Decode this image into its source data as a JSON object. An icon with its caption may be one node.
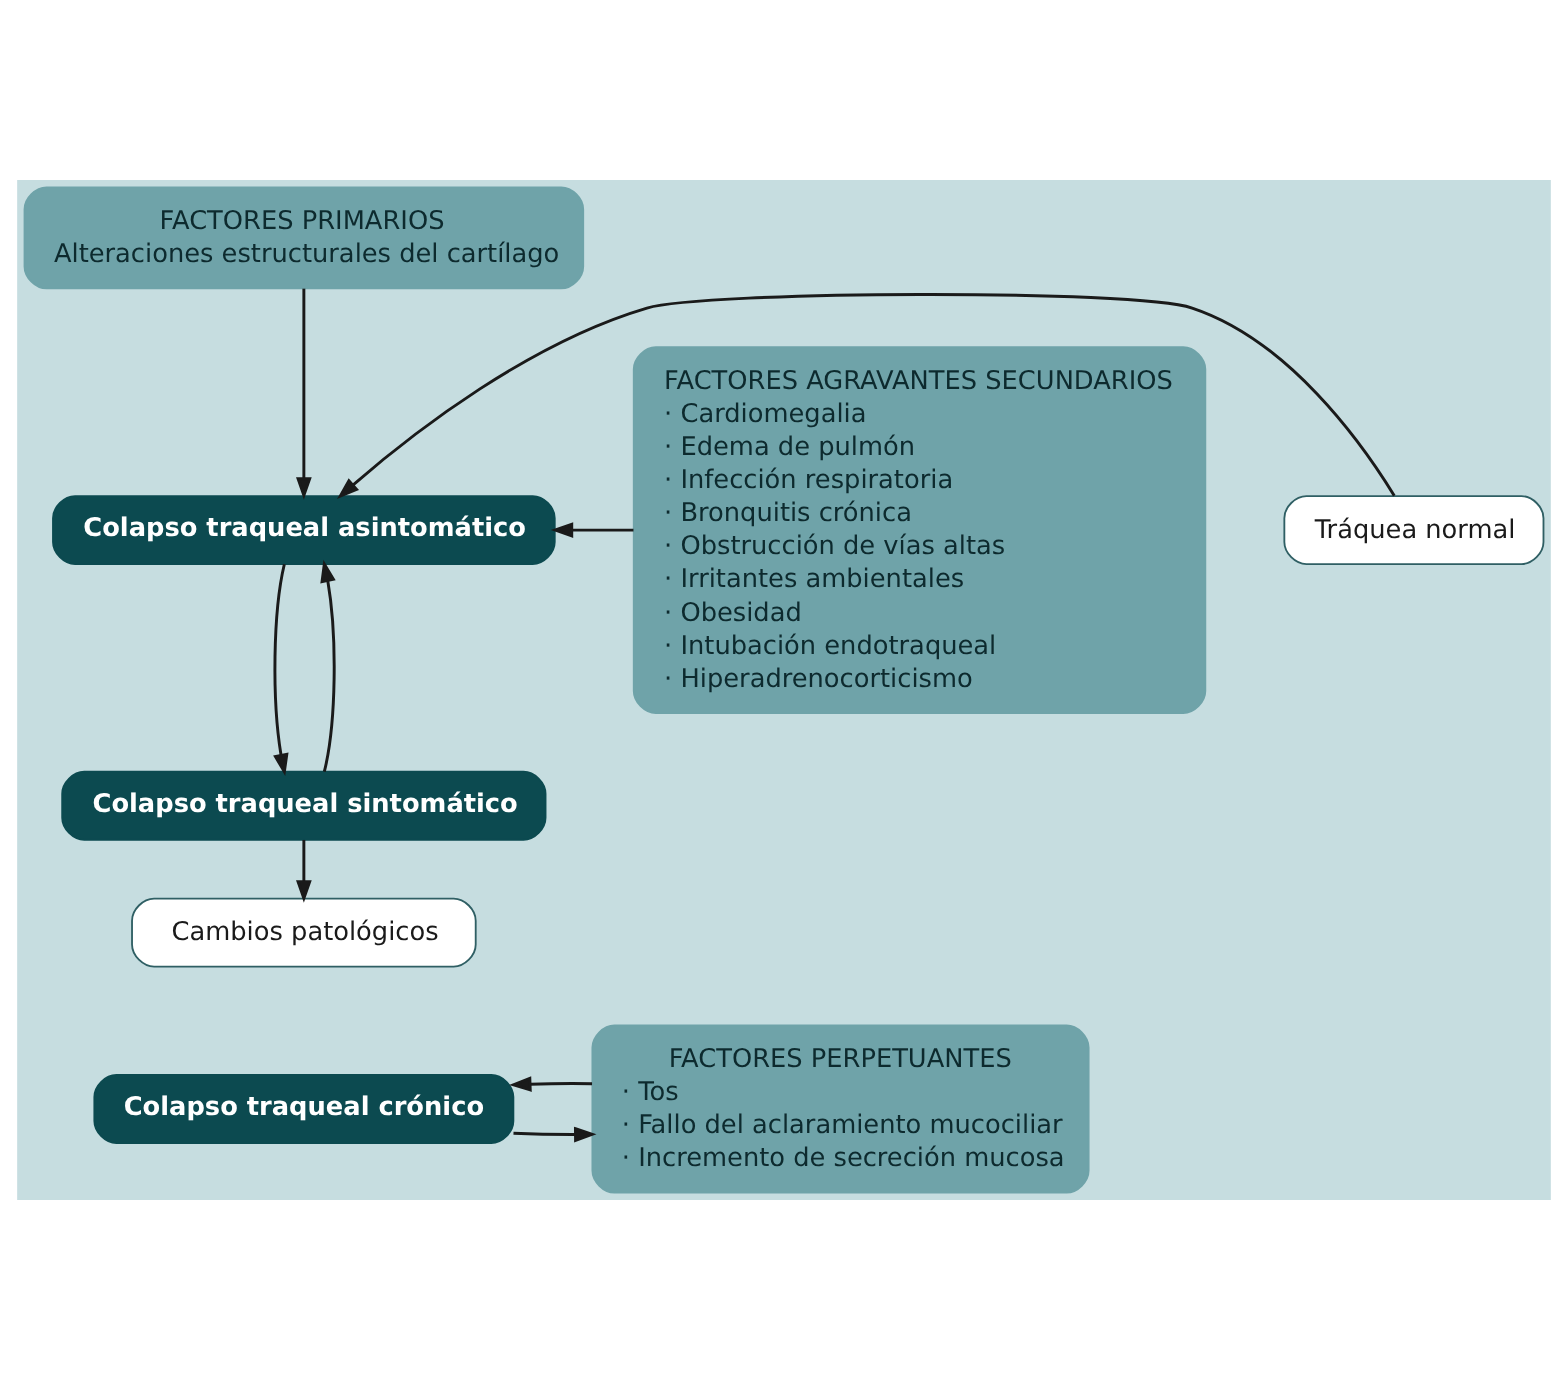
{
  "diagram": {
    "nodes": [
      {
        "text": [
          "FACTORES PRIMARIOS",
          "Alteraciones estructurales del cartílago"
        ]
      },
      {
        "text": [
          "FACTORES AGRAVANTES SECUNDARIOS",
          "· Cardiomegalia",
          "· Edema de pulmón",
          "· Infección respiratoria",
          "· Bronquitis crónica",
          "· Obstrucción de vías altas",
          "· Irritantes ambientales",
          "· Obesidad",
          "· Intubación endotraqueal",
          "· Hiperadrenocorticismo"
        ]
      },
      {
        "text": [
          "Tráquea normal"
        ]
      },
      {
        "text": [
          "Colapso traqueal asintomático"
        ]
      },
      {
        "text": [
          "Colapso traqueal sintomático"
        ]
      },
      {
        "text": [
          "Cambios patológicos"
        ]
      },
      {
        "text": [
          "Colapso traqueal crónico"
        ]
      },
      {
        "text": [
          "FACTORES PERPETUANTES",
          "· Tos",
          "· Fallo del aclaramiento mucociliar",
          "· Incremento de secreción mucosa"
        ]
      }
    ],
    "edges": [
      {
        "from": 0,
        "to": 3,
        "arrow": "to"
      },
      {
        "from": 2,
        "to": 3,
        "arrow": "to"
      },
      {
        "from": 1,
        "to": 3,
        "arrow": "to"
      },
      {
        "from": 3,
        "to": 4,
        "arrow": "to"
      },
      {
        "from": 4,
        "to": 3,
        "arrow": "to"
      },
      {
        "from": 4,
        "to": 5,
        "arrow": "to"
      },
      {
        "from": 6,
        "to": 7,
        "arrow": "to"
      },
      {
        "from": 7,
        "to": 6,
        "arrow": "to"
      }
    ]
  }
}
